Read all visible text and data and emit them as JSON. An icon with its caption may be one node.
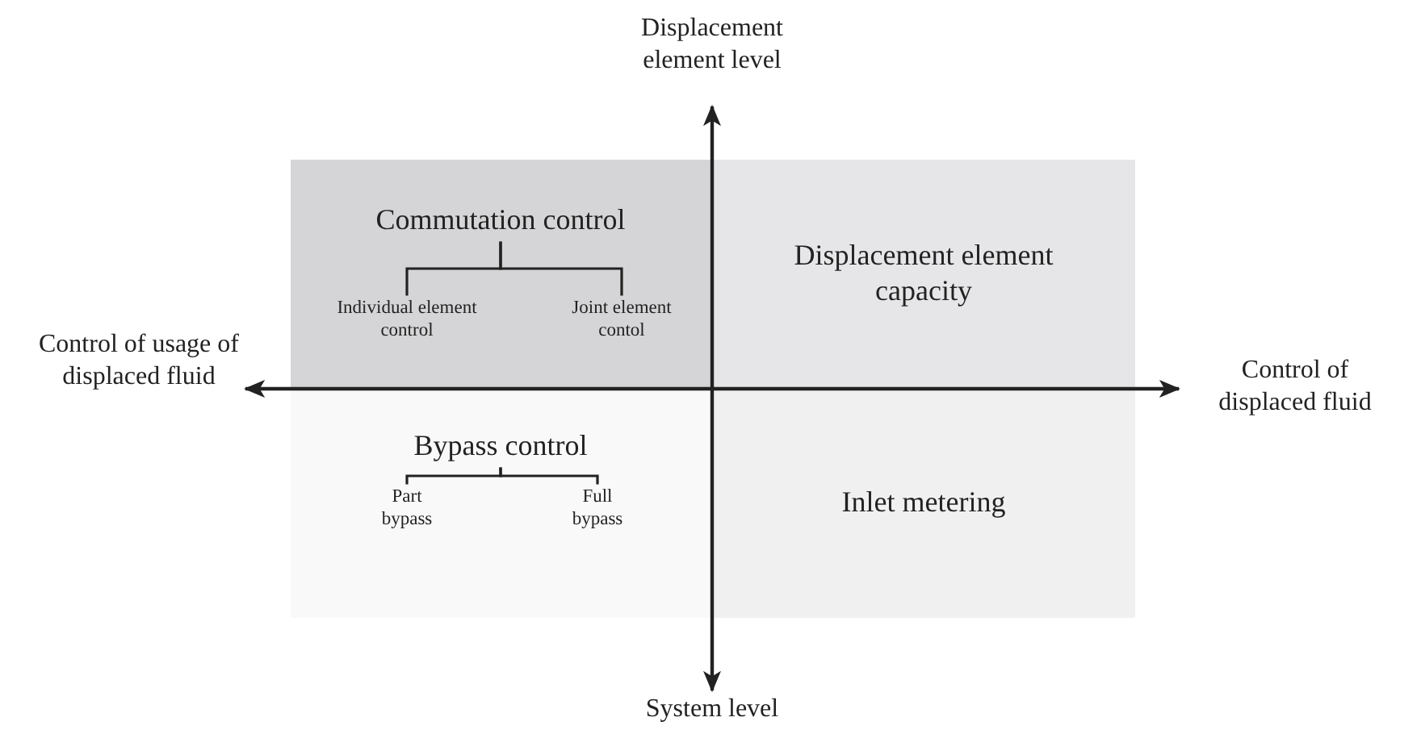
{
  "diagram": {
    "nodes": [
      {
        "text": [],
        "shape": "box"
      },
      {
        "text": [
          "Commutation control"
        ],
        "in": 0
      },
      {
        "text": [
          "Individual element control"
        ],
        "in": 0
      },
      {
        "text": [
          "Joint element contol"
        ],
        "in": 0
      },
      {
        "text": [
          "Displacement element capacity"
        ]
      },
      {
        "text": [],
        "shape": "box"
      },
      {
        "text": [
          "Bypass control"
        ],
        "in": 5
      },
      {
        "text": [
          "Part bypass"
        ],
        "in": 5
      },
      {
        "text": [
          "Full bypass"
        ],
        "in": 5
      },
      {
        "text": [
          "Inlet metering"
        ]
      }
    ],
    "edges": [
      {
        "from": 1,
        "to": 2,
        "arrow": "none"
      },
      {
        "from": 1,
        "to": 3,
        "arrow": "none"
      },
      {
        "from": 6,
        "to": 7,
        "arrow": "none"
      },
      {
        "from": 6,
        "to": 8,
        "arrow": "none"
      }
    ],
    "labels": [
      "Displacement element level",
      "Control of usage of displaced fluid",
      "Control of displaced fluid",
      "System level"
    ]
  }
}
